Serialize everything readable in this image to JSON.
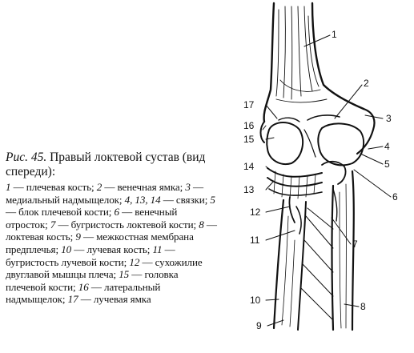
{
  "caption": {
    "fig_label": "Рис. 45.",
    "title": "Правый локтевой сустав (вид спереди):",
    "items": [
      {
        "num": "1",
        "sep": " — ",
        "text": "плечевая кость; "
      },
      {
        "num": "2",
        "sep": " — ",
        "text": "венечная ямка; "
      },
      {
        "num": "3",
        "sep": " — ",
        "text": "медиальный надмыщелок; "
      },
      {
        "num": "4, 13, 14",
        "sep": " — ",
        "text": "связки; "
      },
      {
        "num": "5",
        "sep": " — ",
        "text": "блок плечевой кости; "
      },
      {
        "num": "6",
        "sep": " — ",
        "text": "венечный отросток; "
      },
      {
        "num": "7",
        "sep": " — ",
        "text": "бугристость локтевой кости; "
      },
      {
        "num": "8",
        "sep": " — ",
        "text": "локтевая кость; "
      },
      {
        "num": "9",
        "sep": " — ",
        "text": "межкостная мембрана предплечья; "
      },
      {
        "num": "10",
        "sep": " — ",
        "text": "лучевая кость; "
      },
      {
        "num": "11",
        "sep": " — ",
        "text": "бугристость лучевой кости; "
      },
      {
        "num": "12",
        "sep": " — ",
        "text": "сухожилие двуглавой мышцы плеча; "
      },
      {
        "num": "15",
        "sep": " — ",
        "text": "головка плечевой кости; "
      },
      {
        "num": "16",
        "sep": " — ",
        "text": "латеральный надмыщелок; "
      },
      {
        "num": "17",
        "sep": " — ",
        "text": "лучевая ямка"
      }
    ]
  },
  "figure": {
    "labels": [
      "1",
      "2",
      "3",
      "4",
      "5",
      "6",
      "7",
      "8",
      "9",
      "10",
      "11",
      "12",
      "13",
      "14",
      "15",
      "16",
      "17"
    ],
    "ink_color": "#111111",
    "background": "#ffffff"
  }
}
